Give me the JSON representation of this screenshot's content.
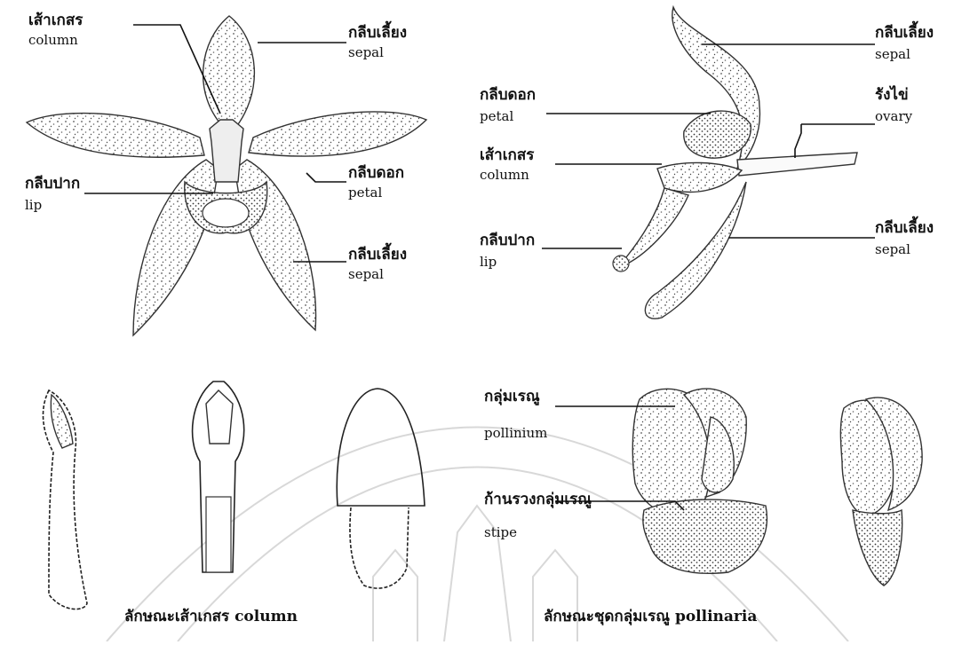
{
  "top_left": {
    "column": {
      "th": "เส้าเกสร",
      "en": "column"
    },
    "sepal_top": {
      "th": "กลีบเลี้ยง",
      "en": "sepal"
    },
    "petal": {
      "th": "กลีบดอก",
      "en": "petal"
    },
    "lip": {
      "th": "กลีบปาก",
      "en": "lip"
    },
    "sepal_bottom": {
      "th": "กลีบเลี้ยง",
      "en": "sepal"
    }
  },
  "top_right": {
    "sepal_top": {
      "th": "กลีบเลี้ยง",
      "en": "sepal"
    },
    "petal": {
      "th": "กลีบดอก",
      "en": "petal"
    },
    "ovary": {
      "th": "รังไข่",
      "en": "ovary"
    },
    "column": {
      "th": "เส้าเกสร",
      "en": "column"
    },
    "lip": {
      "th": "กลีบปาก",
      "en": "lip"
    },
    "sepal_bottom": {
      "th": "กลีบเลี้ยง",
      "en": "sepal"
    }
  },
  "bottom": {
    "pollinium": {
      "th": "กลุ่มเรณู",
      "en": "pollinium"
    },
    "stipe": {
      "th": "ก้านรวงกลุ่มเรณู",
      "en": "stipe"
    },
    "caption_column": "ลักษณะเส้าเกสร column",
    "caption_pollinaria": "ลักษณะชุดกลุ่มเรณู pollinaria"
  },
  "colors": {
    "ink": "#111111",
    "stipple": "#555555",
    "watermark": "#d8d8d8"
  }
}
